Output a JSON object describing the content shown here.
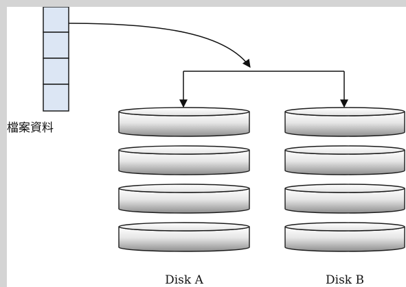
{
  "file_label": "檔案資料",
  "disk_a_label": "Disk A",
  "disk_b_label": "Disk B",
  "colors": {
    "block_fill": "#dce6f4",
    "stroke": "#1a1a1a",
    "platter_light": "#ffffff",
    "platter_dark": "#8f8f8f"
  }
}
